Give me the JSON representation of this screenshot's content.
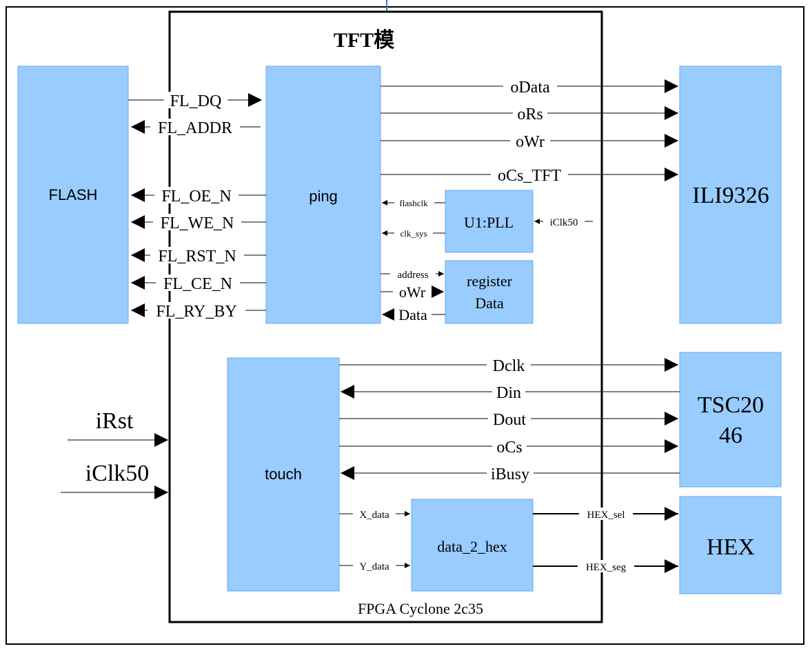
{
  "title": "TFT模",
  "footer": "FPGA Cyclone 2c35",
  "blocks": {
    "flash": "FLASH",
    "ping": "ping",
    "pll": "U1:PLL",
    "reg_line1": "register",
    "reg_line2": "Data",
    "ili": "ILI9326",
    "tsc_line1": "TSC20",
    "tsc_line2": "46",
    "hex": "HEX",
    "touch": "touch",
    "data2hex": "data_2_hex"
  },
  "signals": {
    "fl_dq": "FL_DQ",
    "fl_addr": "FL_ADDR",
    "fl_oe_n": "FL_OE_N",
    "fl_we_n": "FL_WE_N",
    "fl_rst_n": "FL_RST_N",
    "fl_ce_n": "FL_CE_N",
    "fl_ry_by": "FL_RY_BY",
    "odata": "oData",
    "ors": "oRs",
    "owr": "oWr",
    "ocs_tft": "oCs_TFT",
    "flashclk": "flashclk",
    "clk_sys": "clk_sys",
    "iclk50_pll": "iClk50",
    "address": "address",
    "owr2": "oWr",
    "data": "Data",
    "dclk": "Dclk",
    "din": "Din",
    "dout": "Dout",
    "ocs": "oCs",
    "ibusy": "iBusy",
    "x_data": "X_data",
    "y_data": "Y_data",
    "hex_sel": "HEX_sel",
    "hex_seg": "HEX_seg",
    "irst": "iRst",
    "iclk50": "iClk50"
  }
}
